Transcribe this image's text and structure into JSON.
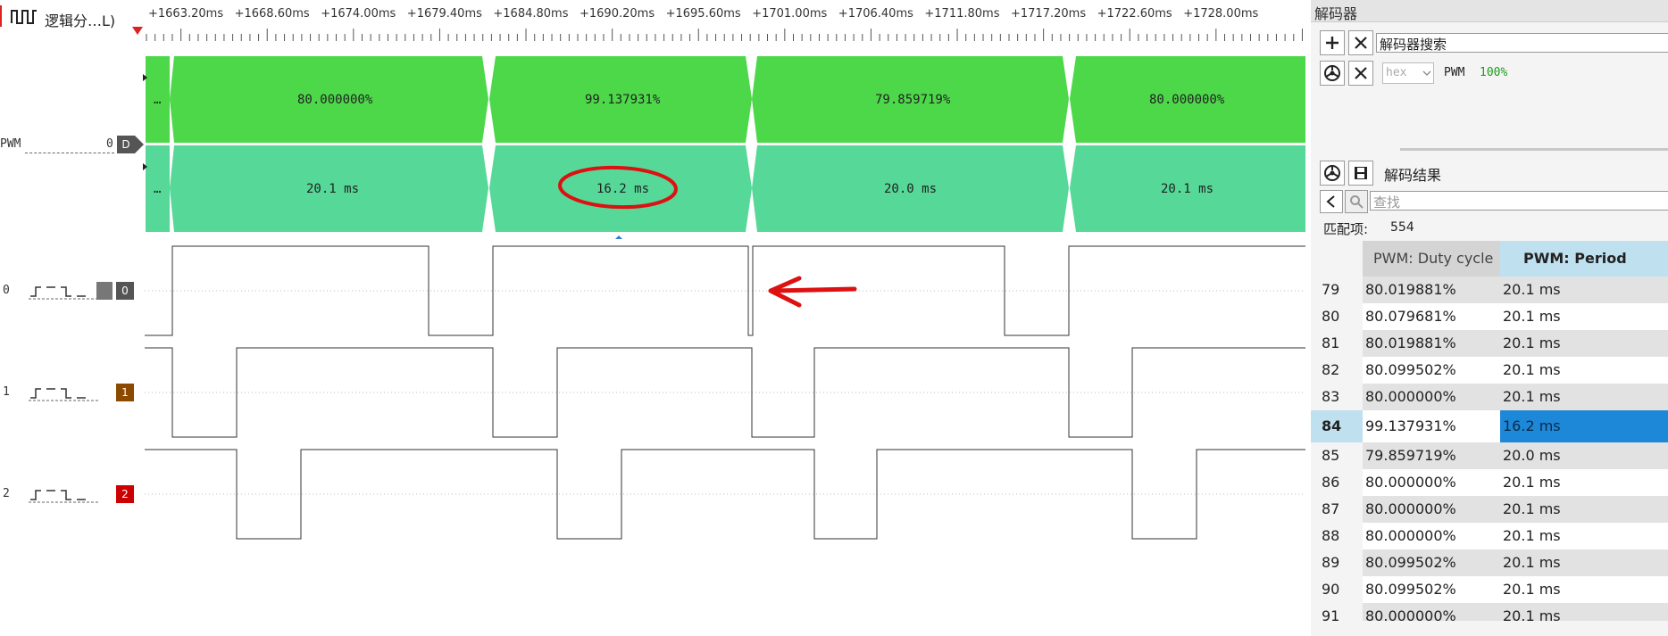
{
  "app": {
    "title": "逻辑分…L)"
  },
  "ruler": {
    "ticks": [
      "+1663.20ms",
      "+1668.60ms",
      "+1674.00ms",
      "+1679.40ms",
      "+1684.80ms",
      "+1690.20ms",
      "+1695.60ms",
      "+1701.00ms",
      "+1706.40ms",
      "+1711.80ms",
      "+1717.20ms",
      "+1722.60ms",
      "+1728.00ms"
    ]
  },
  "decoder_track": {
    "label": "PWM",
    "index": "0",
    "chip": "D",
    "duty_segments": [
      "…",
      "80.000000%",
      "99.137931%",
      "79.859719%",
      "80.000000%"
    ],
    "period_segments": [
      "…",
      "20.1 ms",
      "16.2 ms",
      "20.0 ms",
      "20.1 ms"
    ],
    "duty_color": "#4dd84a",
    "period_color": "#56d898"
  },
  "channels": [
    {
      "index": "0",
      "chip": "0",
      "chip_color": "#555555"
    },
    {
      "index": "1",
      "chip": "1",
      "chip_color": "#8b4a00"
    },
    {
      "index": "2",
      "chip": "2",
      "chip_color": "#cc0000"
    }
  ],
  "decoder_panel": {
    "header": "解码器",
    "search_placeholder": "解码器搜索",
    "format_select": "hex",
    "decoder_name": "PWM",
    "decoder_percent": "100%",
    "results_title": "解码结果",
    "find_placeholder": "查找",
    "matches_label": "匹配项:",
    "matches_count": "554",
    "columns": [
      "PWM: Duty cycle",
      "PWM: Period"
    ],
    "rows": [
      {
        "n": "79",
        "duty": "80.019881%",
        "period": "20.1 ms"
      },
      {
        "n": "80",
        "duty": "80.079681%",
        "period": "20.1 ms"
      },
      {
        "n": "81",
        "duty": "80.019881%",
        "period": "20.1 ms"
      },
      {
        "n": "82",
        "duty": "80.099502%",
        "period": "20.1 ms"
      },
      {
        "n": "83",
        "duty": "80.000000%",
        "period": "20.1 ms"
      },
      {
        "n": "84",
        "duty": "99.137931%",
        "period": "16.2 ms"
      },
      {
        "n": "85",
        "duty": "79.859719%",
        "period": "20.0 ms"
      },
      {
        "n": "86",
        "duty": "80.000000%",
        "period": "20.1 ms"
      },
      {
        "n": "87",
        "duty": "80.000000%",
        "period": "20.1 ms"
      },
      {
        "n": "88",
        "duty": "80.000000%",
        "period": "20.1 ms"
      },
      {
        "n": "89",
        "duty": "80.099502%",
        "period": "20.1 ms"
      },
      {
        "n": "90",
        "duty": "80.099502%",
        "period": "20.1 ms"
      },
      {
        "n": "91",
        "duty": "80.000000%",
        "period": "20.1 ms"
      }
    ],
    "selected_row": "84",
    "selected_color": "#1e88d8"
  }
}
